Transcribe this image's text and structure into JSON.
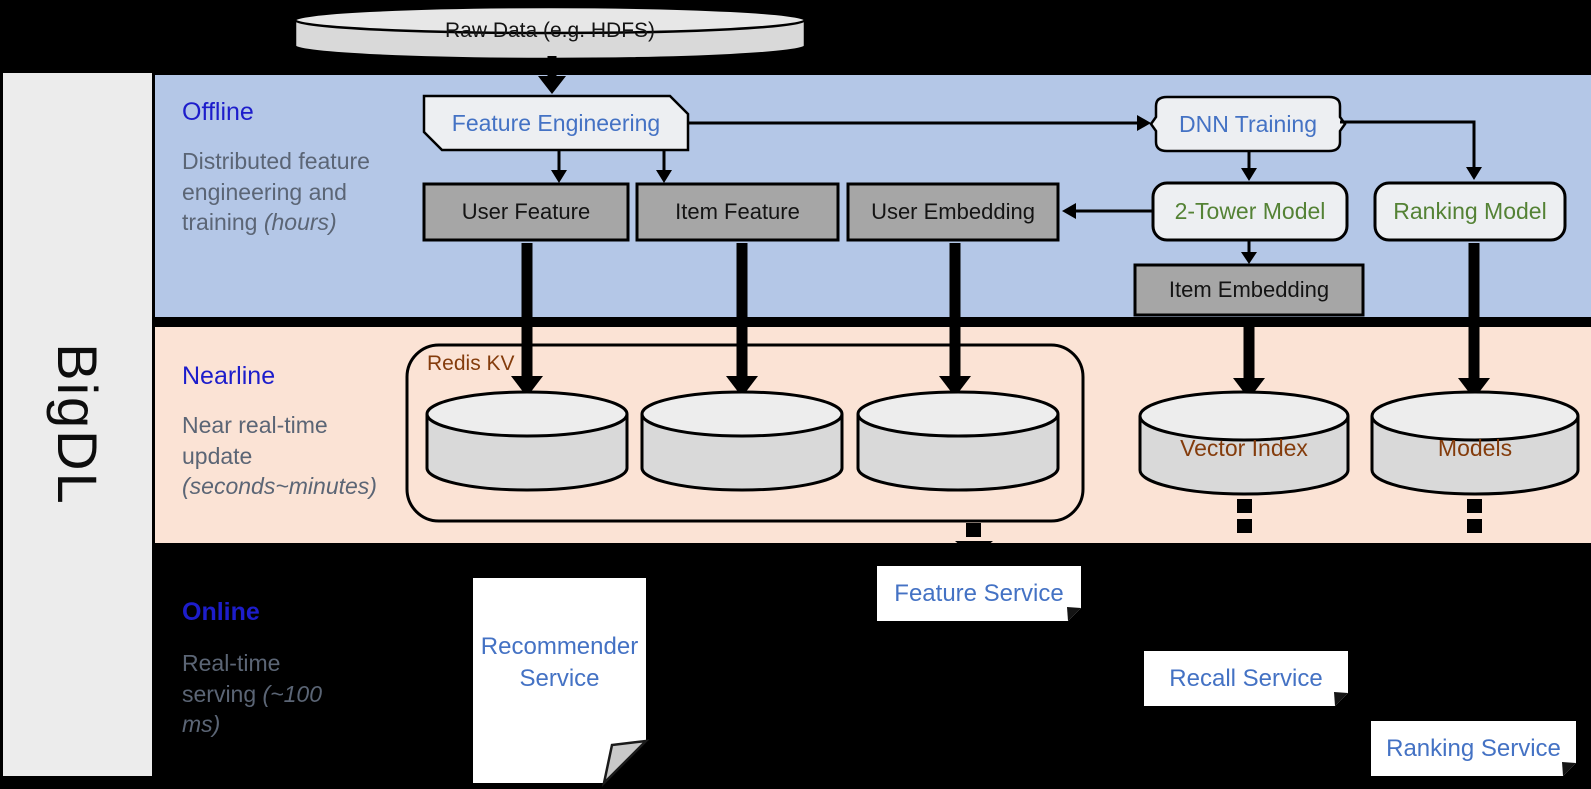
{
  "sidebar": {
    "label": "BigDL"
  },
  "data_source": {
    "label": "Raw Data (e.g. HDFS)"
  },
  "sections": {
    "offline": {
      "title": "Offline",
      "description": "Distributed feature engineering and training ",
      "duration": "(hours)"
    },
    "nearline": {
      "title": "Nearline",
      "description": "Near real-time update ",
      "duration": "(seconds~minutes)"
    },
    "online": {
      "title": "Online",
      "description": "Real-time serving ",
      "duration": "(~100 ms)"
    }
  },
  "nodes": {
    "feature_engineering": "Feature Engineering",
    "dnn_training": "DNN Training",
    "user_feature": "User Feature",
    "item_feature": "Item Feature",
    "user_embedding": "User Embedding",
    "two_tower_model": "2-Tower Model",
    "ranking_model": "Ranking Model",
    "item_embedding": "Item Embedding",
    "redis_kv": "Redis KV",
    "vector_index": "Vector Index",
    "models": "Models",
    "recommender_service": "Recommender Service",
    "feature_service": "Feature Service",
    "recall_service": "Recall Service",
    "ranking_service": "Ranking Service"
  },
  "colors": {
    "background": "#000000",
    "offline_band": "#b4c7e7",
    "nearline_band": "#fbe3d5",
    "sidebar_fill": "#ececec",
    "section_title": "#1d1dcb",
    "section_description": "#5b6575",
    "node_fill_light": "#edeff2",
    "node_fill_gray": "#a6a6a6",
    "cylinder_fill": "#d9d9d9",
    "text_blue": "#4472c4",
    "text_green": "#548235",
    "text_brown": "#843c0c"
  }
}
